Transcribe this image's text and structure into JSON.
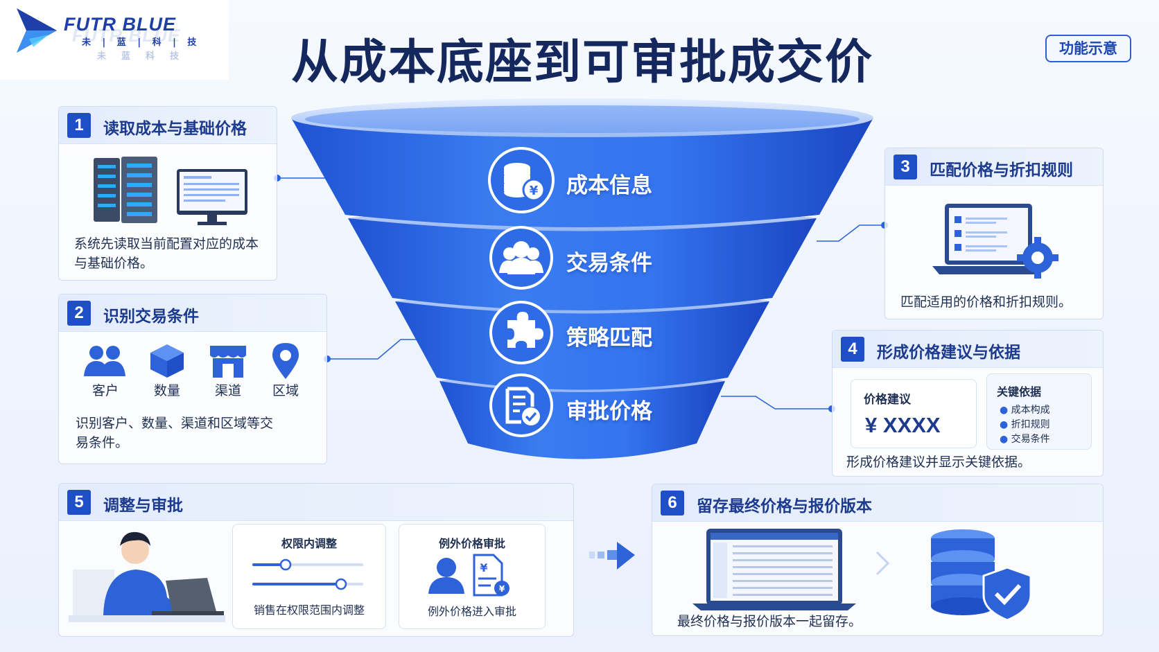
{
  "logo": {
    "wordmark": "FUTR BLUE",
    "wordmark_ghost": "FUTR BLUE",
    "chinese": "未 | 蓝 | 科 | 技",
    "chinese_ghost": "未蓝科技"
  },
  "title": "从成本底座到可审批成交价",
  "badge": "功能示意",
  "funnel": {
    "stages": [
      {
        "label": "成本信息",
        "icon": "coins-yen-icon"
      },
      {
        "label": "交易条件",
        "icon": "users-icon"
      },
      {
        "label": "策略匹配",
        "icon": "puzzle-icon"
      },
      {
        "label": "审批价格",
        "icon": "document-check-icon"
      }
    ],
    "colors": {
      "front": "#2f6be5",
      "rim": "#bcd2ff",
      "text": "#ffffff"
    }
  },
  "steps": [
    {
      "number": "1",
      "title": "读取成本与基础价格",
      "description": "系统先读取当前配置对应的成本与基础价格。",
      "icons": [
        "server-icon",
        "monitor-icon"
      ]
    },
    {
      "number": "2",
      "title": "识别交易条件",
      "icons": [
        {
          "label": "客户",
          "icon": "customers-icon"
        },
        {
          "label": "数量",
          "icon": "box-icon"
        },
        {
          "label": "渠道",
          "icon": "store-icon"
        },
        {
          "label": "区域",
          "icon": "location-pin-icon"
        }
      ],
      "description": "识别客户、数量、渠道和区域等交易条件。"
    },
    {
      "number": "3",
      "title": "匹配价格与折扣规则",
      "description": "匹配适用的价格和折扣规则。",
      "icons": [
        "laptop-checklist-icon",
        "gear-icon"
      ]
    },
    {
      "number": "4",
      "title": "形成价格建议与依据",
      "price_card": {
        "title": "价格建议",
        "value": "¥ XXXX"
      },
      "basis_card": {
        "title": "关键依据",
        "items": [
          "成本构成",
          "折扣规则",
          "交易条件"
        ]
      },
      "description": "形成价格建议并显示关键依据。"
    },
    {
      "number": "5",
      "title": "调整与审批",
      "adjust_card": {
        "title": "权限内调整",
        "caption": "销售在权限范围内调整",
        "sliders": [
          0.3,
          0.8
        ]
      },
      "approval_card": {
        "title": "例外价格审批",
        "caption": "例外价格进入审批"
      },
      "icons": [
        "person-laptop-icon",
        "slider-icon",
        "user-icon",
        "yen-document-icon"
      ]
    },
    {
      "number": "6",
      "title": "留存最终价格与报价版本",
      "description": "最终价格与报价版本一起留存。",
      "icons": [
        "laptop-table-icon",
        "database-shield-icon",
        "chevron-right-icon"
      ]
    }
  ],
  "colors": {
    "primary": "#1f4fc8",
    "dark_title": "#14285e",
    "panel_head": "#e3ecfc"
  }
}
